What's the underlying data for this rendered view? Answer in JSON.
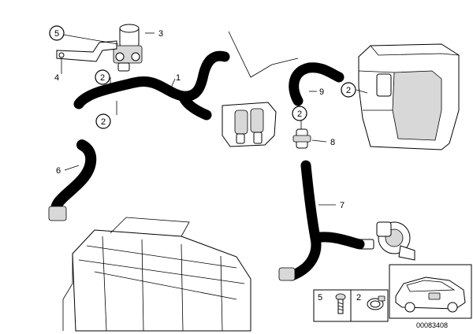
{
  "callouts": {
    "c5_top": "5",
    "c3": "3",
    "c4": "4",
    "c2_a": "2",
    "c1": "1",
    "c2_b": "2",
    "c6": "6",
    "c9": "9",
    "c2_c": "2",
    "c2_d": "2",
    "c8": "8",
    "c7": "7"
  },
  "legend": {
    "item_5": "5",
    "item_2": "2"
  },
  "diagram_id": "00083408"
}
